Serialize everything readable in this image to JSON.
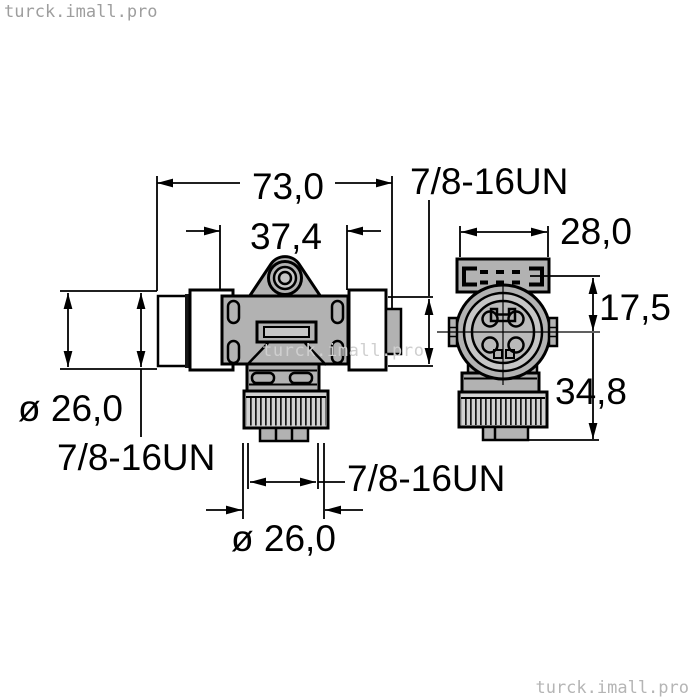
{
  "watermarks": {
    "top_left": "turck.imall.pro",
    "center": "turck.imall.pro",
    "bottom_right": "turck.imall.pro"
  },
  "drawing": {
    "type": "technical-dimension-drawing",
    "part": "T-piece connector, 7/8-16UN threads",
    "front_view": {
      "overall_width_mm": "73,0",
      "body_width_mm": "37,4",
      "thread_right_label": "7/8-16UN",
      "left_diameter_mm": "ø 26,0",
      "thread_left_label": "7/8-16UN",
      "thread_bottom_label": "7/8-16UN",
      "bottom_diameter_mm": "ø 26,0"
    },
    "side_view": {
      "top_width_mm": "28,0",
      "upper_height_mm": "17,5",
      "lower_height_mm": "34,8"
    },
    "colors": {
      "body": "#b2b2b2",
      "ring": "#c6c6c6",
      "face": "#bababa",
      "knurl": "#d2d2d2",
      "outline": "#000000"
    }
  }
}
